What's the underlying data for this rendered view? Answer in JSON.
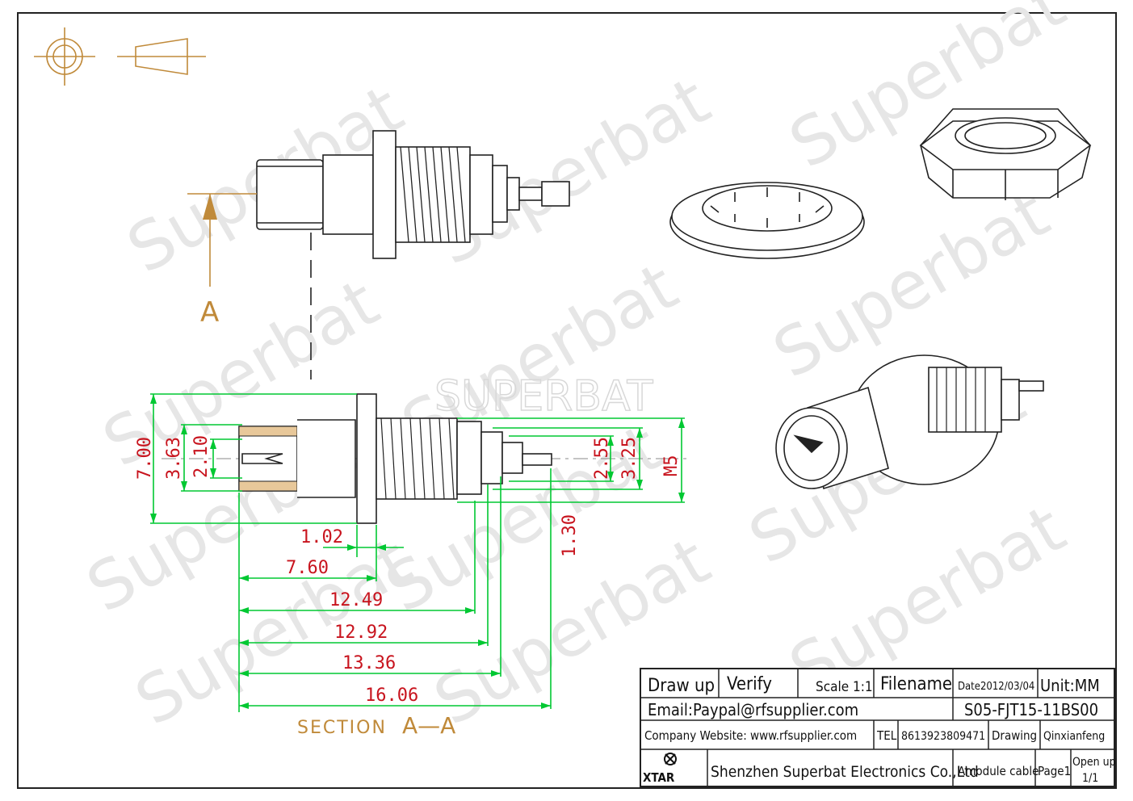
{
  "watermark": {
    "script_text": "Superbat",
    "center_text": "SUPERBAT"
  },
  "section": {
    "marker": "A",
    "caption": "SECTION",
    "caption_id": "A—A"
  },
  "dimensions": {
    "d700": "7.00",
    "d363": "3.63",
    "d210": "2.10",
    "d255": "2.55",
    "d325": "3.25",
    "m5": "M5",
    "d130": "1.30",
    "d102": "1.02",
    "d760": "7.60",
    "d1249": "12.49",
    "d1292": "12.92",
    "d1336": "13.36",
    "d1606": "16.06"
  },
  "title_block": {
    "draw_up": "Draw up",
    "verify": "Verify",
    "scale": "Scale 1:1",
    "filename": "Filename",
    "date": "Date2012/03/04",
    "unit": "Unit:MM",
    "email": "Email:Paypal@rfsupplier.com",
    "part_number": "S05-FJT15-11BS00",
    "website": "Company Website:  www.rfsupplier.com",
    "tel_label": "TEL",
    "tel": "8613923809471",
    "drawing": "Drawing",
    "drawer": "Qinxianfeng",
    "logo": "XTAR",
    "company": "Shenzhen Superbat Electronics Co.,Ltd",
    "cable": "Amodule cable",
    "page": "Page1",
    "open_up": "Open up",
    "open_up_ratio": "1/1"
  },
  "colors": {
    "dimension_line": "#00c832",
    "dimension_text": "#c8141e",
    "section_marker": "#c08a3a",
    "outline": "#222222"
  }
}
